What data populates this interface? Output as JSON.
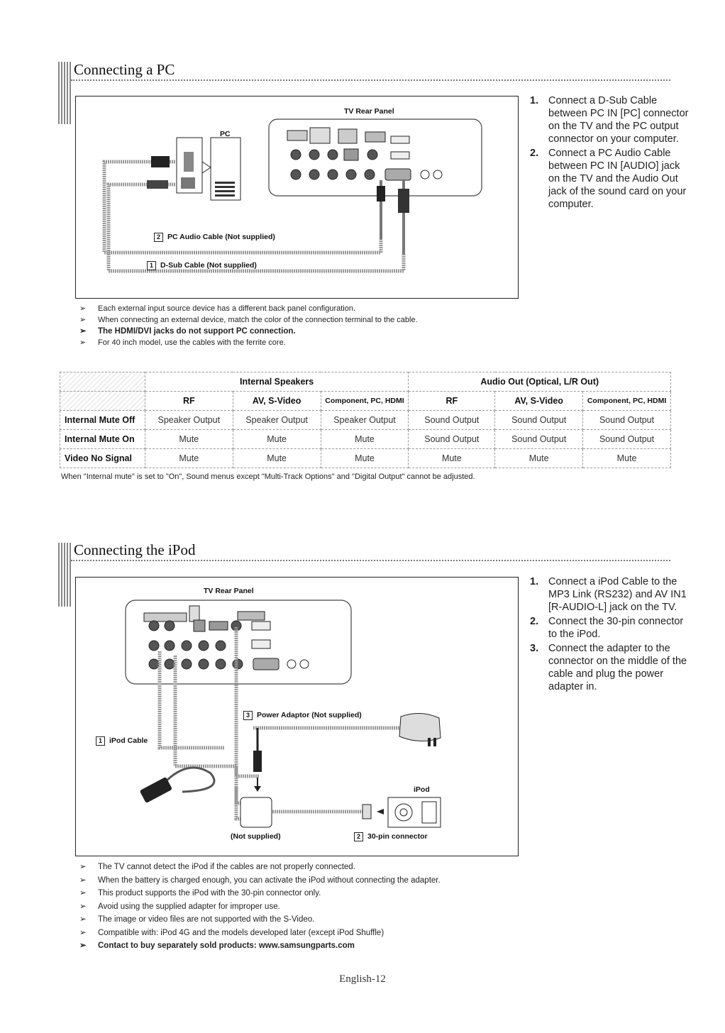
{
  "pc": {
    "title": "Connecting a PC",
    "tv_rear_panel": "TV Rear Panel",
    "pc_label": "PC",
    "cable2": "PC Audio Cable (Not supplied)",
    "cable2_num": "2",
    "cable1": "D-Sub Cable (Not supplied)",
    "cable1_num": "1",
    "steps": [
      {
        "num": "1.",
        "text": "Connect a D-Sub Cable between PC IN [PC] connector on the TV and the PC output connector on your computer."
      },
      {
        "num": "2.",
        "text": "Connect a PC Audio Cable between PC IN [AUDIO] jack on the TV and the Audio Out jack of the sound card on your computer."
      }
    ],
    "notes": [
      "Each external input source device has a different back panel configuration.",
      "When connecting an external device, match the color of the connection terminal to the cable.",
      "The HDMI/DVI jacks do not support PC connection.",
      "For 40 inch model, use the cables with the ferrite core."
    ]
  },
  "table": {
    "group1": "Internal Speakers",
    "group2": "Audio Out (Optical, L/R Out)",
    "sub": [
      "RF",
      "AV, S-Video",
      "Component, PC, HDMI",
      "RF",
      "AV, S-Video",
      "Component, PC, HDMI"
    ],
    "rows": [
      {
        "label": "Internal Mute Off",
        "cells": [
          "Speaker Output",
          "Speaker Output",
          "Speaker Output",
          "Sound Output",
          "Sound Output",
          "Sound Output"
        ]
      },
      {
        "label": "Internal Mute On",
        "cells": [
          "Mute",
          "Mute",
          "Mute",
          "Sound Output",
          "Sound Output",
          "Sound Output"
        ]
      },
      {
        "label": "Video No Signal",
        "cells": [
          "Mute",
          "Mute",
          "Mute",
          "Mute",
          "Mute",
          "Mute"
        ]
      }
    ],
    "footnote": "When \"Internal mute\" is set to \"On\", Sound menus except \"Multi-Track Options\" and \"Digital Output\" cannot be adjusted."
  },
  "ipod": {
    "title": "Connecting the iPod",
    "tv_rear_panel": "TV Rear Panel",
    "cable3": "Power Adaptor (Not supplied)",
    "cable3_num": "3",
    "cable1": "iPod Cable",
    "cable1_num": "1",
    "ipod_label": "iPod",
    "not_supplied": "(Not supplied)",
    "pin": "30-pin connector",
    "pin_num": "2",
    "steps": [
      {
        "num": "1.",
        "text": "Connect a iPod Cable to the MP3 Link (RS232) and AV IN1 [R-AUDIO-L] jack on the TV."
      },
      {
        "num": "2.",
        "text": "Connect the 30-pin connector to the iPod."
      },
      {
        "num": "3.",
        "text": "Connect the adapter to the connector on the middle of the cable and plug the power adapter in."
      }
    ],
    "notes": [
      "The TV cannot detect the iPod if the cables are not properly connected.",
      "When the battery is charged enough, you can activate the iPod without connecting the adapter.",
      "This product supports the iPod with the 30-pin connector only.",
      "Avoid using the supplied adapter for improper use.",
      "The image or video files are not supported with the S-Video.",
      "Compatible with: iPod 4G and the models developed later (except iPod Shuffle)",
      "Contact to buy separately sold products: www.samsungparts.com"
    ]
  },
  "footer": "English-12",
  "icons": {
    "note_arrow": "note-arrow-icon"
  }
}
